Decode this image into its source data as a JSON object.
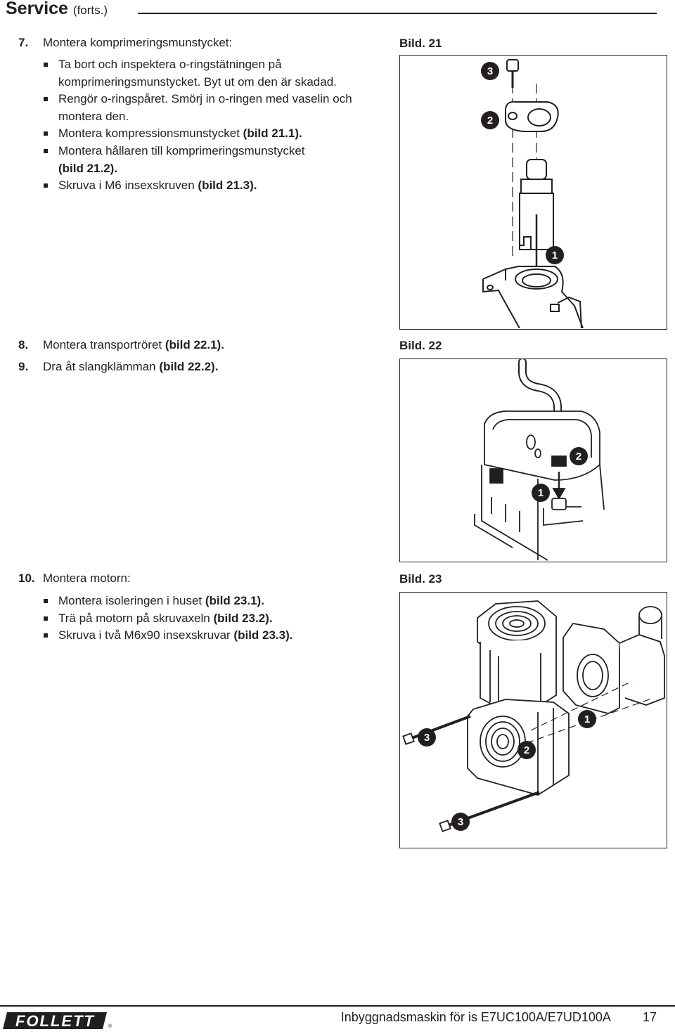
{
  "header": {
    "title": "Service",
    "subtitle": "(forts.)"
  },
  "steps": {
    "s7": {
      "num": "7.",
      "title": "Montera komprimeringsmunstycket:",
      "bullets": [
        {
          "t": "Ta bort och inspektera o-ringstätningen på komprimeringsmunstycket. Byt ut om den är skadad."
        },
        {
          "t": "Rengör o-ringspåret. Smörj in o-ringen med vaselin och montera den."
        },
        {
          "t": "Montera kompressionsmunstycket ",
          "r": "(bild 21.1)."
        },
        {
          "t": "Montera hållaren till komprimeringsmunstycket ",
          "r": "(bild 21.2)."
        },
        {
          "t": "Skruva i M6 insexskruven ",
          "r": "(bild 21.3)."
        }
      ]
    },
    "s8": {
      "num": "8.",
      "text": "Montera transportröret ",
      "ref": "(bild 22.1)."
    },
    "s9": {
      "num": "9.",
      "text": "Dra åt slangklämman ",
      "ref": "(bild 22.2)."
    },
    "s10": {
      "num": "10.",
      "title": "Montera motorn:",
      "bullets": [
        {
          "t": "Montera isoleringen i huset ",
          "r": "(bild 23.1)."
        },
        {
          "t": "Trä på motorn på skruvaxeln ",
          "r": "(bild 23.2)."
        },
        {
          "t": "Skruva i två M6x90 insexskruvar ",
          "r": "(bild 23.3)."
        }
      ]
    }
  },
  "figures": {
    "f21": {
      "label": "Bild. 21",
      "callouts": [
        "3",
        "2",
        "1"
      ]
    },
    "f22": {
      "label": "Bild. 22",
      "callouts": [
        "2",
        "1"
      ]
    },
    "f23": {
      "label": "Bild. 23",
      "callouts": [
        "1",
        "3",
        "2",
        "3"
      ]
    }
  },
  "footer": {
    "title": "Inbyggnadsmaskin för is E7UC100A/E7UD100A",
    "page": "17",
    "brand": "FOLLETT"
  }
}
